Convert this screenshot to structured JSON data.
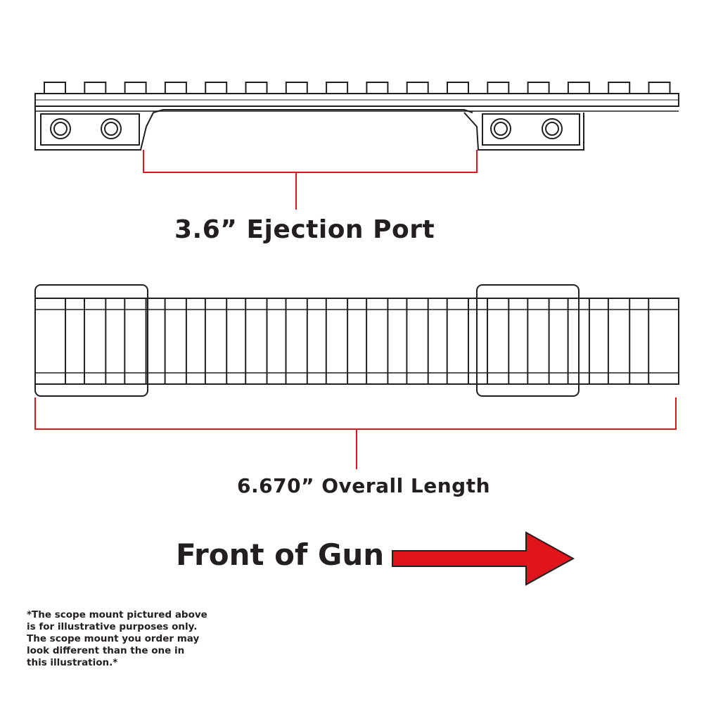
{
  "dimensions": {
    "ejection_port": "3.6” Ejection Port",
    "overall_length": "6.670” Overall Length"
  },
  "direction_label": "Front of Gun",
  "disclaimer_lines": [
    "*The scope mount pictured above",
    "is for illustrative purposes only.",
    "The scope mount you order may",
    "look different than the one in",
    "this illustration.*"
  ],
  "colors": {
    "outline": "#231f20",
    "dimension_line": "#e0141a",
    "arrow_fill": "#e0141a",
    "arrow_stroke": "#231f20"
  },
  "rail": {
    "slot_count": 16
  }
}
